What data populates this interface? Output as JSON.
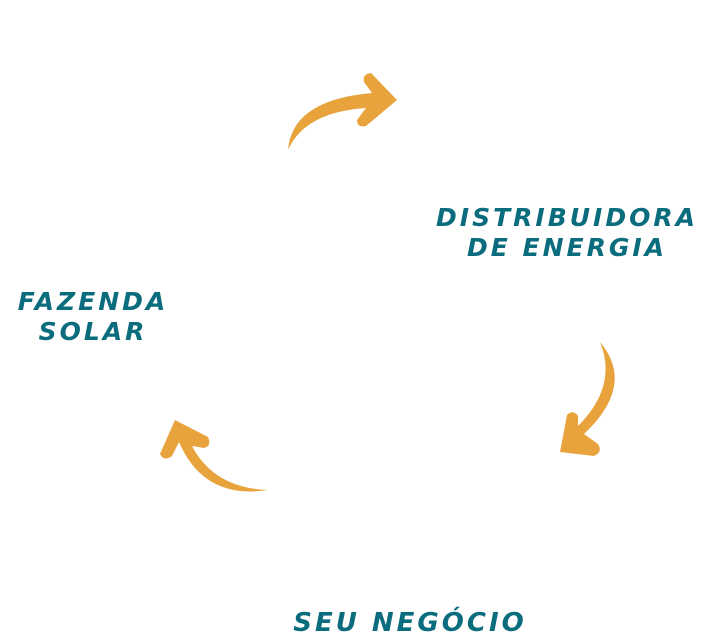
{
  "colors": {
    "text": "#0b6c7d",
    "arrow": "#e8a33c",
    "background": "#ffffff"
  },
  "nodes": {
    "distribuidora": {
      "lines": [
        "DISTRIBUIDORA",
        "DE ENERGIA"
      ]
    },
    "fazenda": {
      "lines": [
        "FAZENDA",
        "SOLAR"
      ]
    },
    "negocio": {
      "lines": [
        "SEU NEGÓCIO"
      ]
    }
  },
  "arrows": [
    {
      "from": "FAZENDA SOLAR",
      "to": "DISTRIBUIDORA DE ENERGIA",
      "icon": "curved-arrow-icon"
    },
    {
      "from": "DISTRIBUIDORA DE ENERGIA",
      "to": "SEU NEGÓCIO",
      "icon": "curved-arrow-icon"
    },
    {
      "from": "SEU NEGÓCIO",
      "to": "FAZENDA SOLAR",
      "icon": "curved-arrow-icon"
    }
  ]
}
